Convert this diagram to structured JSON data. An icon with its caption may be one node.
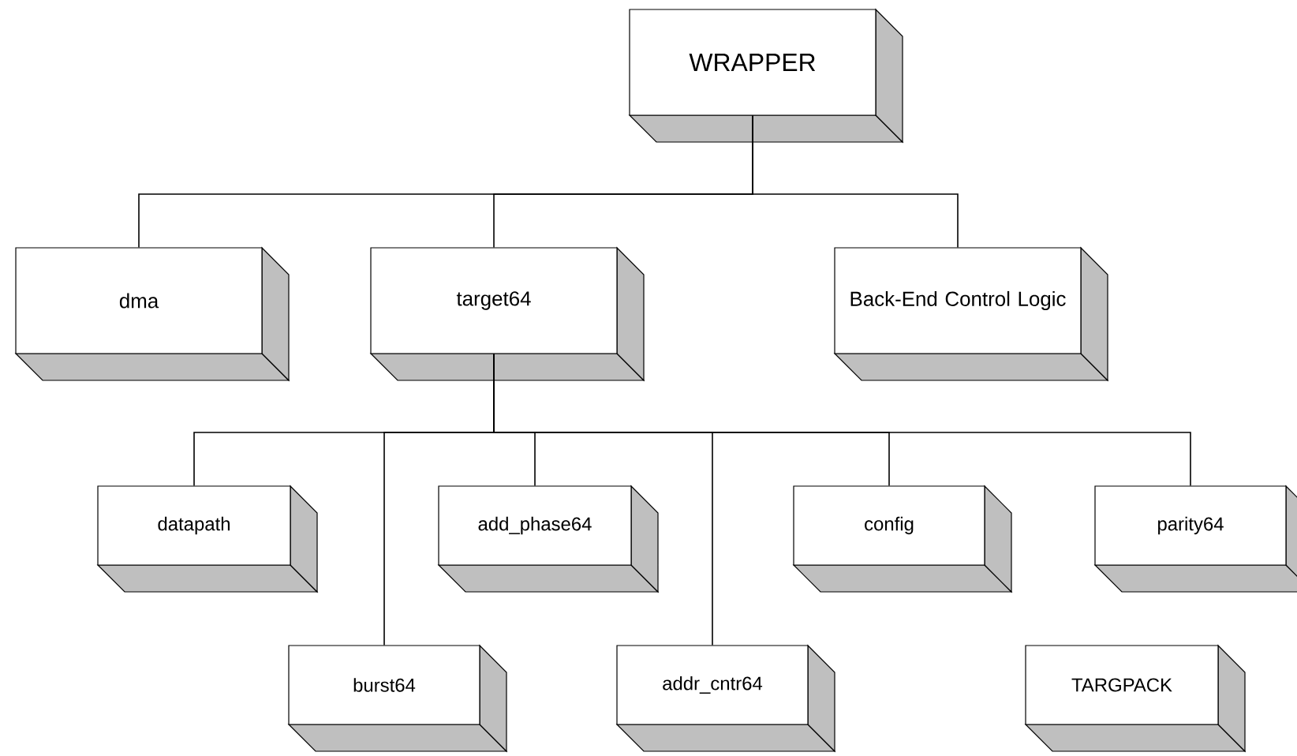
{
  "diagram": {
    "nodes": [
      {
        "text": [
          "WRAPPER"
        ]
      },
      {
        "text": [
          "dma"
        ]
      },
      {
        "text": [
          "target64"
        ]
      },
      {
        "text": [
          "Back-End Control Logic"
        ]
      },
      {
        "text": [
          "datapath"
        ]
      },
      {
        "text": [
          "burst64"
        ]
      },
      {
        "text": [
          "add_phase64"
        ]
      },
      {
        "text": [
          "addr_cntr64"
        ]
      },
      {
        "text": [
          "config"
        ]
      },
      {
        "text": [
          "parity64"
        ]
      },
      {
        "text": [
          "TARGPACK"
        ]
      }
    ],
    "edges": [
      {
        "from": 0,
        "to": 1,
        "arrow": "none"
      },
      {
        "from": 0,
        "to": 2,
        "arrow": "none"
      },
      {
        "from": 0,
        "to": 3,
        "arrow": "none"
      },
      {
        "from": 2,
        "to": 4,
        "arrow": "none"
      },
      {
        "from": 2,
        "to": 5,
        "arrow": "none"
      },
      {
        "from": 2,
        "to": 6,
        "arrow": "none"
      },
      {
        "from": 2,
        "to": 7,
        "arrow": "none"
      },
      {
        "from": 2,
        "to": 8,
        "arrow": "none"
      },
      {
        "from": 2,
        "to": 9,
        "arrow": "none"
      }
    ]
  }
}
